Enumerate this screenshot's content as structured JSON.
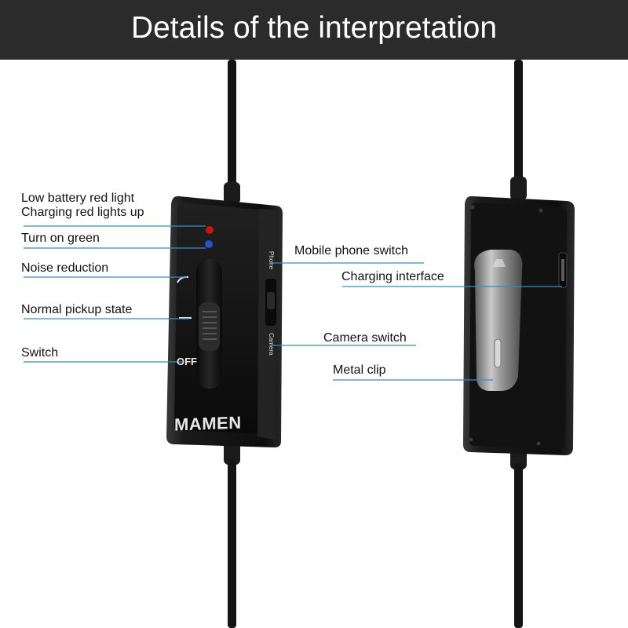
{
  "header": {
    "title": "Details of the interpretation"
  },
  "device": {
    "brand": "MAMEN",
    "switch_off_label": "OFF",
    "phone_label": "Phone",
    "camera_label": "Camera"
  },
  "callouts": {
    "low_battery": "Low battery red light",
    "charging": "Charging red lights up",
    "turn_on": "Turn on green",
    "noise_reduction": "Noise reduction",
    "normal_pickup": "Normal pickup state",
    "switch": "Switch",
    "mobile_phone_switch": "Mobile phone switch",
    "charging_interface": "Charging interface",
    "camera_switch": "Camera switch",
    "metal_clip": "Metal clip"
  },
  "colors": {
    "header_bg": "#2b2b2b",
    "leader_line": "#2f8fd0",
    "red_led": "#cc1111",
    "blue_led": "#2255cc",
    "device_body": "#111111"
  }
}
